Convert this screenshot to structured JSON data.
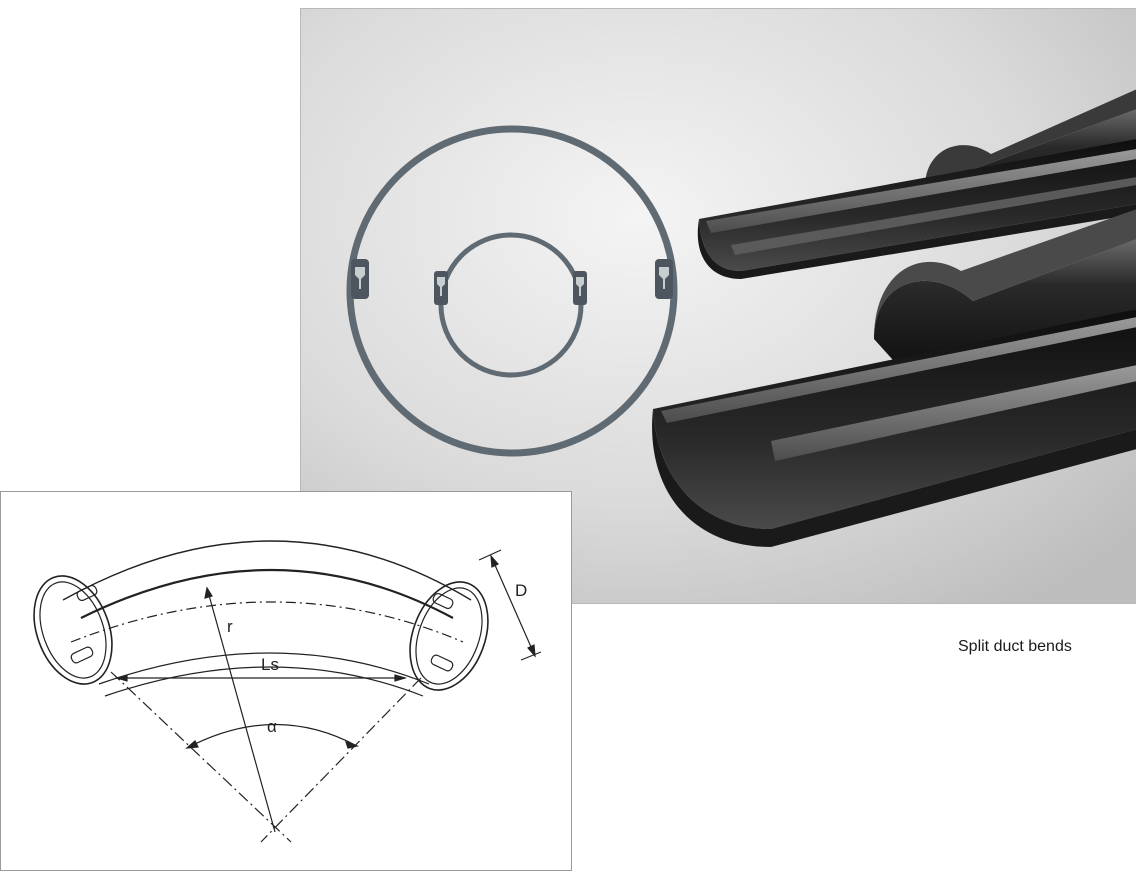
{
  "caption": "Split duct bends",
  "dimension_labels": {
    "radius": "r",
    "diameter": "D",
    "straight_length": "Ls",
    "angle": "α"
  },
  "colors": {
    "photo_background_light": "#f4f4f4",
    "photo_background_dark": "#bdbdbd",
    "duct_black": "#1c1c1c",
    "ring_gray": "#606a72"
  }
}
